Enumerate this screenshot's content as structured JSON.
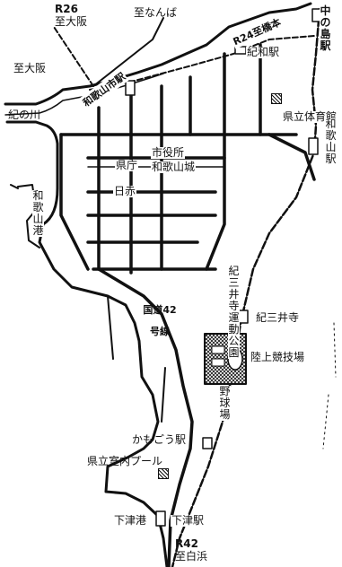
{
  "routes": {
    "r26": "R26",
    "to_osaka_r26": "至大阪",
    "r24_to_hashimoto": "R24至橋本",
    "r42": "R42",
    "to_shirahama": "至白浜",
    "national_road_42": "国道42号線"
  },
  "places": {
    "to_namba": "至なんば",
    "to_osaka": "至大阪",
    "kinokawa": "紀の川",
    "wakayama_port": "和歌山港",
    "city_hall": "市役所",
    "wakayama_castle": "和歌山城",
    "prefectural_office": "県庁",
    "red_cross": "日赤",
    "prefectural_gym": "県立体育館",
    "kimiidera": "紀三井寺",
    "kimiidera_park": "紀三井寺運動公園",
    "athletics_field": "陸上競技場",
    "baseball_field": "野球場",
    "prefectural_pool": "県立室内プール",
    "shimotsu_port": "下津港"
  },
  "stations": {
    "wakayamashi": "和歌山市駅",
    "kiwa": "紀和駅",
    "nakanoshima": "中の島駅",
    "wakayama": "和歌山駅",
    "kamogo": "かもごう駅",
    "shimotsu": "下津駅"
  }
}
